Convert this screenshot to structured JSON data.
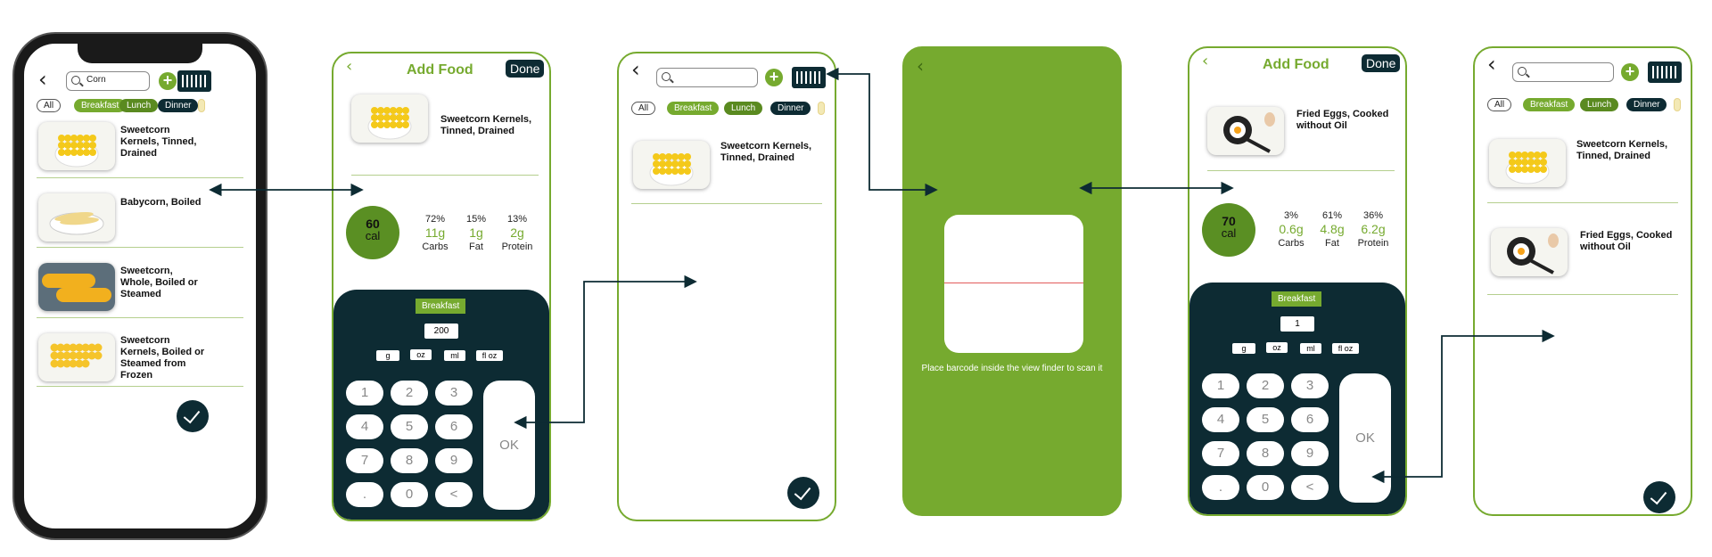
{
  "colors": {
    "brand_green": "#76aa2f",
    "dark_navy": "#0d2b33"
  },
  "screen1": {
    "search_value": "Corn",
    "chips": [
      "All",
      "Breakfast",
      "Lunch",
      "Dinner",
      ""
    ],
    "items": [
      {
        "name": "Sweetcorn Kernels, Tinned, Drained",
        "image": "corn-bowl-image"
      },
      {
        "name": "Babycorn, Boiled",
        "image": "babycorn-image"
      },
      {
        "name": "Sweetcorn, Whole, Boiled or Steamed",
        "image": "corn-cob-image"
      },
      {
        "name": "Sweetcorn Kernels, Boiled or Steamed from Frozen",
        "image": "corn-kernels-image"
      }
    ]
  },
  "screen2": {
    "title": "Add Food",
    "done": "Done",
    "item": "Sweetcorn Kernels, Tinned, Drained",
    "calories": "60",
    "cal_unit": "cal",
    "macros": [
      {
        "pct": "72%",
        "val": "11g",
        "name": "Carbs"
      },
      {
        "pct": "15%",
        "val": "1g",
        "name": "Fat"
      },
      {
        "pct": "13%",
        "val": "2g",
        "name": "Protein"
      }
    ],
    "meal": "Breakfast",
    "quantity": "200",
    "units": [
      "g",
      "oz",
      "ml",
      "fl oz"
    ],
    "keys": [
      "1",
      "2",
      "3",
      "4",
      "5",
      "6",
      "7",
      "8",
      "9",
      ".",
      "0",
      "<"
    ],
    "ok": "OK"
  },
  "screen3": {
    "chips": [
      "All",
      "Breakfast",
      "Lunch",
      "Dinner",
      ""
    ],
    "items": [
      {
        "name": "Sweetcorn Kernels, Tinned, Drained"
      }
    ]
  },
  "screen4": {
    "instruction": "Place barcode inside the view finder to scan it"
  },
  "screen5": {
    "title": "Add Food",
    "done": "Done",
    "item": "Fried Eggs, Cooked without Oil",
    "calories": "70",
    "cal_unit": "cal",
    "macros": [
      {
        "pct": "3%",
        "val": "0.6g",
        "name": "Carbs"
      },
      {
        "pct": "61%",
        "val": "4.8g",
        "name": "Fat"
      },
      {
        "pct": "36%",
        "val": "6.2g",
        "name": "Protein"
      }
    ],
    "meal": "Breakfast",
    "quantity": "1",
    "units": [
      "g",
      "oz",
      "ml",
      "fl oz"
    ],
    "keys": [
      "1",
      "2",
      "3",
      "4",
      "5",
      "6",
      "7",
      "8",
      "9",
      ".",
      "0",
      "<"
    ],
    "ok": "OK"
  },
  "screen6": {
    "chips": [
      "All",
      "Breakfast",
      "Lunch",
      "Dinner",
      ""
    ],
    "items": [
      {
        "name": "Sweetcorn Kernels, Tinned, Drained"
      },
      {
        "name": "Fried Eggs, Cooked without Oil"
      }
    ]
  }
}
